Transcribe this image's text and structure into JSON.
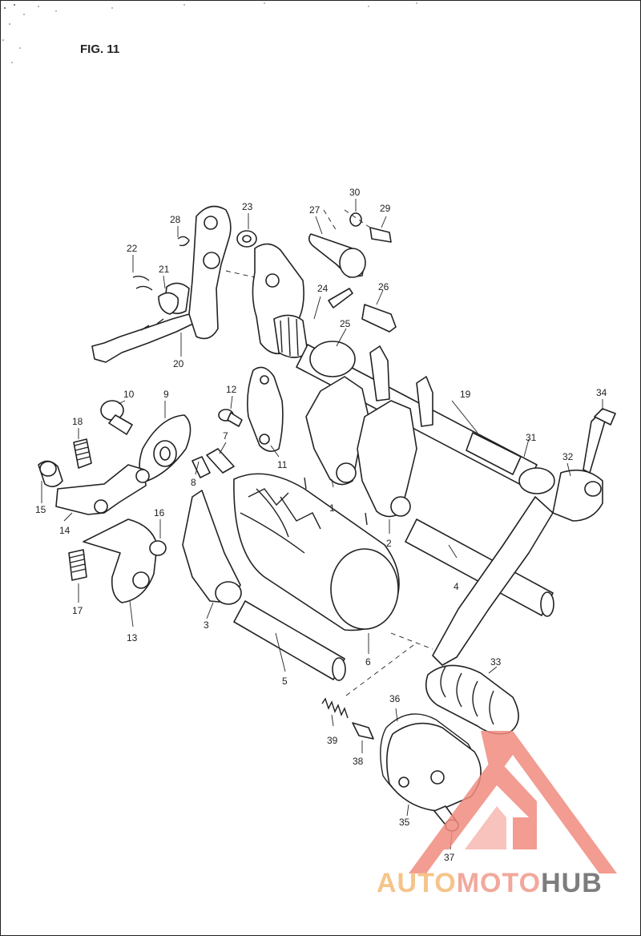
{
  "figure": {
    "title": "FIG. 11",
    "callouts": [
      "1",
      "2",
      "3",
      "4",
      "5",
      "6",
      "7",
      "8",
      "9",
      "10",
      "11",
      "12",
      "13",
      "14",
      "15",
      "16",
      "17",
      "18",
      "19",
      "20",
      "21",
      "22",
      "23",
      "24",
      "25",
      "26",
      "27",
      "28",
      "29",
      "30",
      "31",
      "32",
      "33",
      "34",
      "35",
      "36",
      "37",
      "38",
      "39"
    ]
  },
  "watermark": {
    "brand_part1": "AUTO",
    "brand_part2": "MOTO",
    "brand_part3": "HUB",
    "colors": {
      "auto": "#f6c48a",
      "moto": "#f2a89c",
      "hub": "#7d7d7d",
      "logo": "#f08b80"
    }
  }
}
